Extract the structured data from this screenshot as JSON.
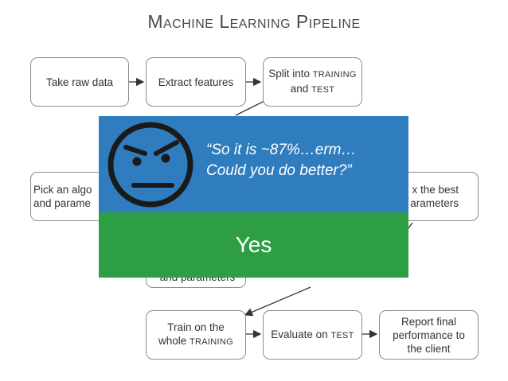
{
  "title": "Machine Learning Pipeline",
  "nodes": {
    "take_raw_data": "Take raw data",
    "extract_features": "Extract features",
    "split": {
      "line1": "Split into",
      "line1_sc": "training",
      "line2": "and",
      "line2_sc": "test"
    },
    "pick_algo": {
      "line1": "Pick an algo",
      "line2": "and parame"
    },
    "fix_best": {
      "line1": "x the best",
      "line2": "arameters"
    },
    "hidden_params": "and parameters",
    "train": {
      "line1": "Train on the",
      "line2": "whole",
      "line2_sc": "training"
    },
    "evaluate": {
      "text": "Evaluate on",
      "text_sc": "test"
    },
    "report": {
      "line1": "Report final",
      "line2": "performance to",
      "line3": "the client"
    }
  },
  "overlay": {
    "quote_line1": "“So it is ~87%…erm…",
    "quote_line2": "Could you do better?”",
    "button_label": "Yes",
    "icon": "frowning-face-icon",
    "colors": {
      "top": "#2f7dbf",
      "bottom": "#2e9e45"
    }
  }
}
